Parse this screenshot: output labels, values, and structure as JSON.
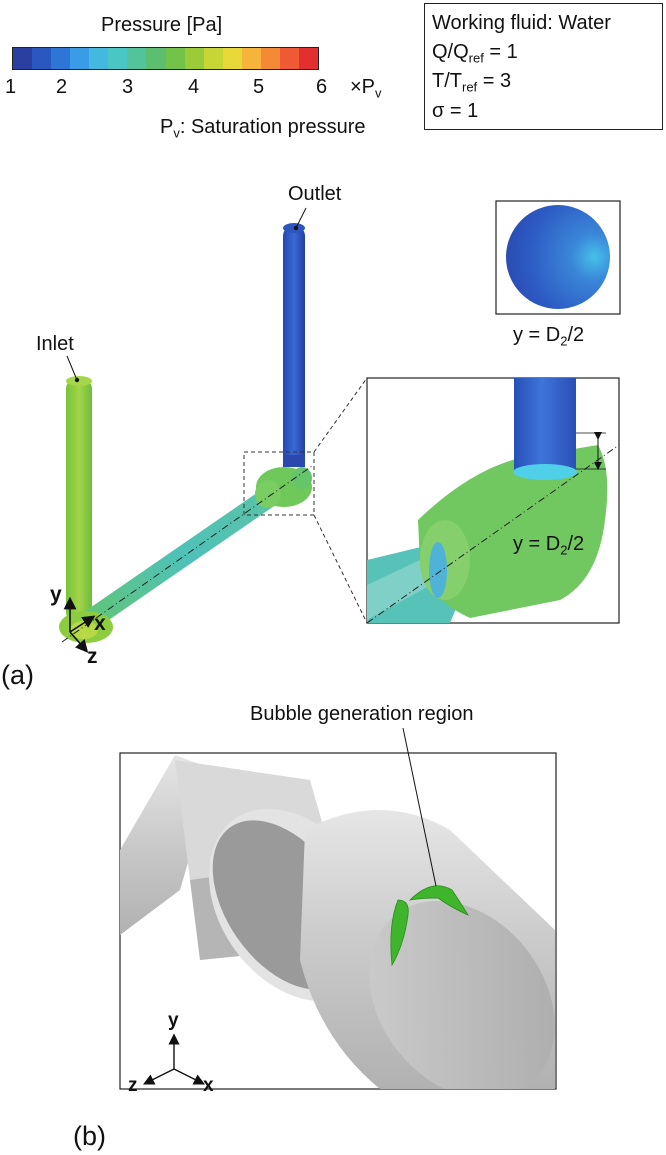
{
  "colorbar": {
    "title": "Pressure [Pa]",
    "ticks": [
      "1",
      "2",
      "3",
      "4",
      "5",
      "6"
    ],
    "unit_prefix": "×P",
    "unit_sub": "v",
    "note_prefix": "P",
    "note_sub": "v",
    "note_text": ": Saturation pressure",
    "colors": [
      "#2a3fa0",
      "#2b58c0",
      "#2d76d8",
      "#3a9be6",
      "#45b8e0",
      "#4ac7c4",
      "#52c39a",
      "#5cbf6f",
      "#73c24a",
      "#9ccb3a",
      "#c6d636",
      "#e9d83a",
      "#f6b53a",
      "#f48a36",
      "#ef5a34",
      "#e32f2f"
    ]
  },
  "info": {
    "l1": "Working fluid: Water",
    "l2_a": "Q/Q",
    "l2_sub": "ref",
    "l2_b": " = 1",
    "l3_a": "T/T",
    "l3_sub": "ref",
    "l3_b": " = 3",
    "l4": "σ = 1"
  },
  "panel_a": {
    "label": "(a)",
    "outlet": "Outlet",
    "inlet": "Inlet",
    "section_a": "y = D",
    "section_sub": "2",
    "section_b": "/2",
    "axis_x": "x",
    "axis_y": "y",
    "axis_z": "z"
  },
  "panel_b": {
    "label": "(b)",
    "bubble": "Bubble generation region",
    "axis_x": "x",
    "axis_y": "y",
    "axis_z": "z"
  },
  "colors": {
    "outlet_blue": "#2f5bc8",
    "inlet_green": "#8ccc3e",
    "body_green": "#6ec95a",
    "pipe_cyan": "#59c3b8",
    "bubble_green": "#3eb52a"
  }
}
